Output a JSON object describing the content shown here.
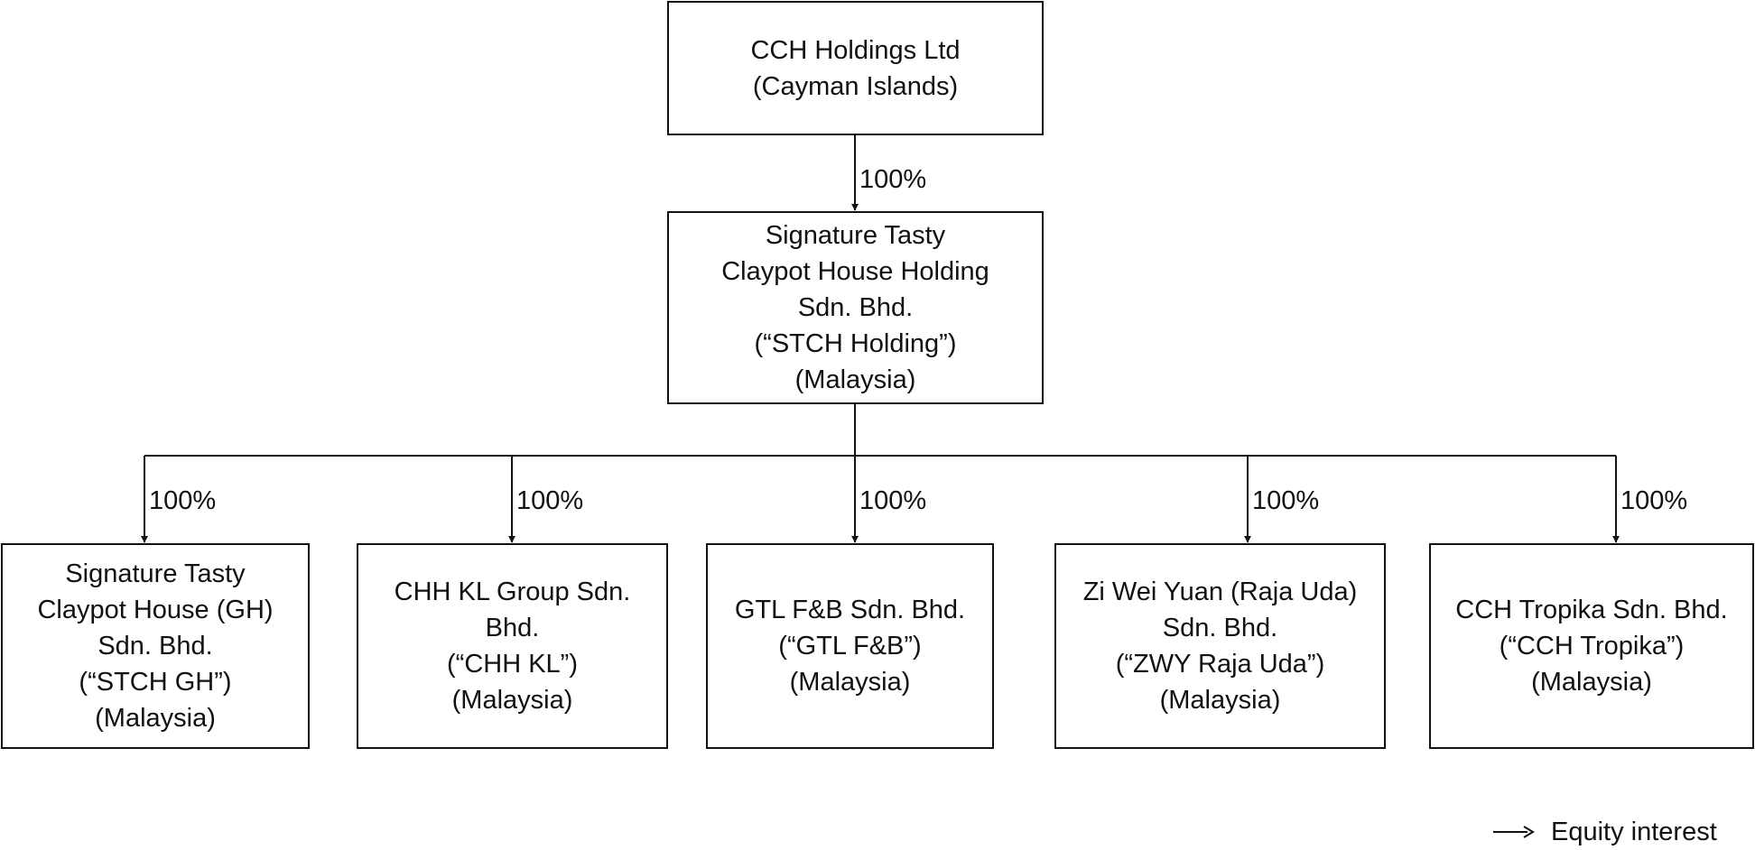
{
  "parent": {
    "lines": [
      "CCH Holdings Ltd",
      "(Cayman Islands)"
    ]
  },
  "holding": {
    "lines": [
      "Signature Tasty",
      "Claypot House Holding",
      "Sdn. Bhd.",
      "(“STCH Holding”)",
      "(Malaysia)"
    ]
  },
  "edges": {
    "parent_to_holding": "100%"
  },
  "subsidiaries": [
    {
      "lines": [
        "Signature Tasty",
        "Claypot House (GH)",
        "Sdn. Bhd.",
        "(“STCH GH”)",
        "(Malaysia)"
      ],
      "equity": "100%"
    },
    {
      "lines": [
        "CHH KL Group Sdn.",
        "Bhd.",
        "(“CHH KL”)",
        "(Malaysia)"
      ],
      "equity": "100%"
    },
    {
      "lines": [
        "GTL F&B Sdn. Bhd.",
        "(“GTL F&B”)",
        "(Malaysia)"
      ],
      "equity": "100%"
    },
    {
      "lines": [
        "Zi Wei Yuan (Raja Uda)",
        "Sdn. Bhd.",
        "(“ZWY Raja Uda”)",
        "(Malaysia)"
      ],
      "equity": "100%"
    },
    {
      "lines": [
        "CCH Tropika Sdn. Bhd.",
        "(“CCH Tropika”)",
        "(Malaysia)"
      ],
      "equity": "100%"
    }
  ],
  "legend": {
    "label": "Equity interest"
  },
  "colors": {
    "line": "#111111",
    "background": "#ffffff"
  }
}
